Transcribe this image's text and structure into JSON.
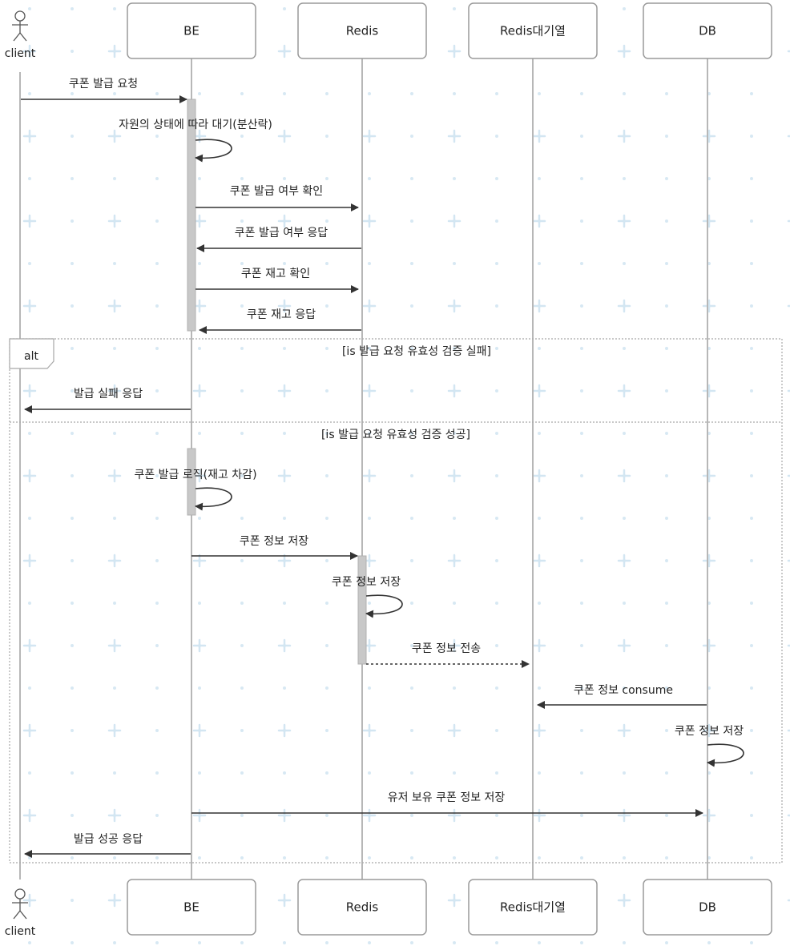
{
  "participants": [
    {
      "id": "client",
      "label": "client",
      "kind": "actor"
    },
    {
      "id": "be",
      "label": "BE",
      "kind": "box"
    },
    {
      "id": "redis",
      "label": "Redis",
      "kind": "box"
    },
    {
      "id": "queue",
      "label": "Redis대기열",
      "kind": "box"
    },
    {
      "id": "db",
      "label": "DB",
      "kind": "box"
    }
  ],
  "messages": [
    {
      "from": "client",
      "to": "be",
      "label": "쿠폰 발급 요청",
      "style": "solid"
    },
    {
      "from": "be",
      "to": "be",
      "label": "자원의 상태에 따라 대기(분산락)",
      "style": "self"
    },
    {
      "from": "be",
      "to": "redis",
      "label": "쿠폰 발급 여부 확인",
      "style": "solid"
    },
    {
      "from": "redis",
      "to": "be",
      "label": "쿠폰 발급 여부 응답",
      "style": "solid"
    },
    {
      "from": "be",
      "to": "redis",
      "label": "쿠폰 재고 확인",
      "style": "solid"
    },
    {
      "from": "redis",
      "to": "be",
      "label": "쿠폰 재고 응답",
      "style": "solid"
    },
    {
      "from": "be",
      "to": "client",
      "label": "발급 실패 응답",
      "style": "solid"
    },
    {
      "from": "be",
      "to": "be",
      "label": "쿠폰 발급 로직(재고 차감)",
      "style": "self"
    },
    {
      "from": "be",
      "to": "redis",
      "label": "쿠폰 정보 저장",
      "style": "solid"
    },
    {
      "from": "redis",
      "to": "redis",
      "label": "쿠폰 정보 저장",
      "style": "self"
    },
    {
      "from": "redis",
      "to": "queue",
      "label": "쿠폰 정보 전송",
      "style": "dashed"
    },
    {
      "from": "db",
      "to": "queue",
      "label": "쿠폰 정보 consume",
      "style": "solid"
    },
    {
      "from": "db",
      "to": "db",
      "label": "쿠폰 정보 저장",
      "style": "self"
    },
    {
      "from": "be",
      "to": "db",
      "label": "유저 보유 쿠폰 정보 저장",
      "style": "solid"
    },
    {
      "from": "be",
      "to": "client",
      "label": "발급 성공 응답",
      "style": "solid"
    }
  ],
  "alt": {
    "label": "alt",
    "conditions": [
      "[is 발급 요청 유효성 검증 실패]",
      "[is 발급 요청 유효성 검증 성공]"
    ]
  }
}
